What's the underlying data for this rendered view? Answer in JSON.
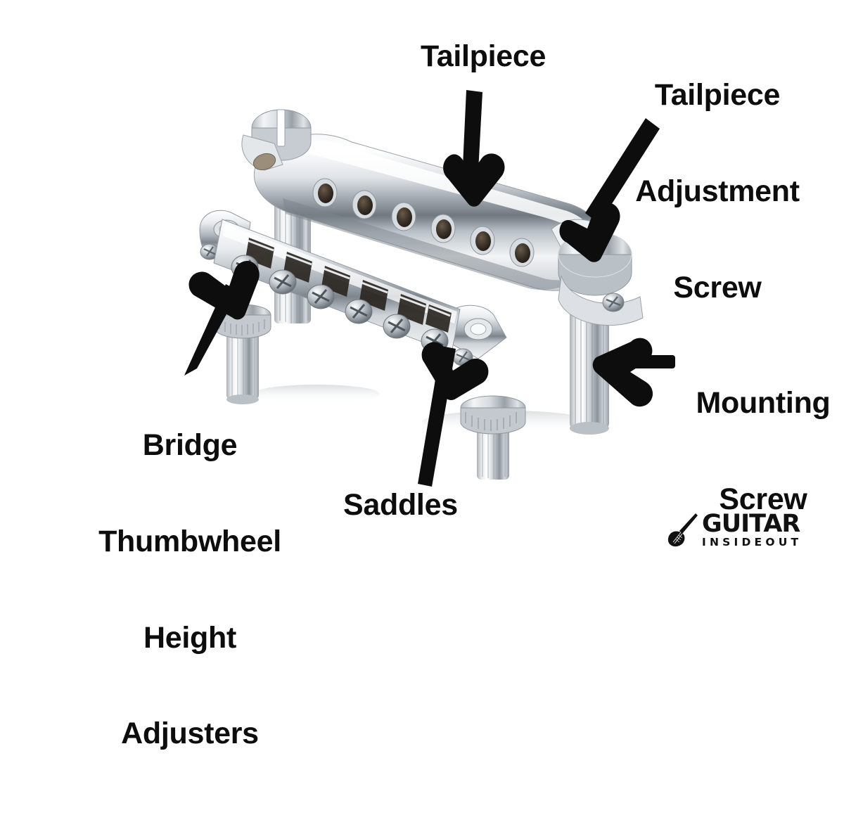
{
  "image": {
    "kind": "annotated-photo-diagram",
    "subject": "Guitar tune-o-matic bridge and stopbar tailpiece",
    "background_color": "#ffffff",
    "label_color": "#0d0d0d",
    "arrow_color": "#0d0d0d",
    "hardware_finish": "chrome"
  },
  "labels": {
    "tailpiece": "Tailpiece",
    "tailpiece_adjustment_screw_line1": "Tailpiece",
    "tailpiece_adjustment_screw_line2": "Adjustment",
    "tailpiece_adjustment_screw_line3": "Screw",
    "mounting_screw_line1": "Mounting",
    "mounting_screw_line2": "Screw",
    "saddles": "Saddles",
    "bridge_line1": "Bridge",
    "bridge_line2": "Thumbwheel",
    "bridge_line3": "Height",
    "bridge_line4": "Adjusters"
  },
  "logo": {
    "main": "GUITAR",
    "sub": "INSIDEOUT",
    "mark": "electric-guitar-silhouette"
  },
  "arrows": [
    {
      "name": "arrow-tailpiece",
      "direction": "down",
      "points_to": "tailpiece"
    },
    {
      "name": "arrow-tailpiece-adjustment-screw",
      "direction": "down-left",
      "points_to": "tailpiece adjustment screw"
    },
    {
      "name": "arrow-mounting-screw",
      "direction": "left",
      "points_to": "mounting screw post"
    },
    {
      "name": "arrow-saddles",
      "direction": "up",
      "points_to": "bridge saddles"
    },
    {
      "name": "arrow-bridge-thumbwheel",
      "direction": "up-right",
      "points_to": "bridge thumbwheel height adjuster"
    }
  ],
  "hardware_parts": {
    "tailpiece_string_holes": 6,
    "bridge_intonation_screws": 6,
    "bridge_saddles": 6,
    "thumbwheels": 2,
    "mounting_posts": 2
  }
}
